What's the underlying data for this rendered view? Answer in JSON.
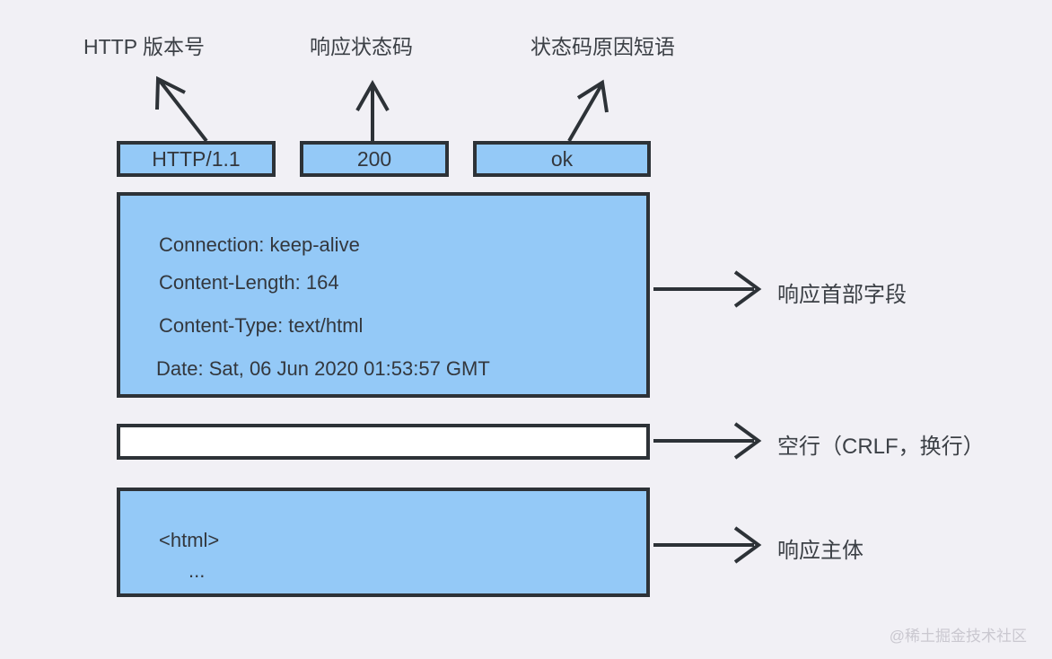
{
  "colors": {
    "background": "#f1f0f5",
    "box_fill": "#94c9f7",
    "box_border": "#2d3237",
    "text": "#3c4046",
    "watermark": "#cac8d0"
  },
  "status_line": {
    "parts": [
      {
        "annotation": "HTTP 版本号",
        "value": "HTTP/1.1"
      },
      {
        "annotation": "响应状态码",
        "value": "200"
      },
      {
        "annotation": "状态码原因短语",
        "value": "ok"
      }
    ]
  },
  "headers_box": {
    "lines": [
      "Connection: keep-alive",
      "Content-Length: 164",
      "Content-Type: text/html",
      "Date: Sat, 06 Jun 2020 01:53:57 GMT"
    ],
    "annotation": "响应首部字段"
  },
  "blank_line": {
    "annotation": "空行（CRLF，换行）"
  },
  "body_box": {
    "lines": [
      "<html>",
      "..."
    ],
    "annotation": "响应主体"
  },
  "watermark": "@稀土掘金技术社区"
}
